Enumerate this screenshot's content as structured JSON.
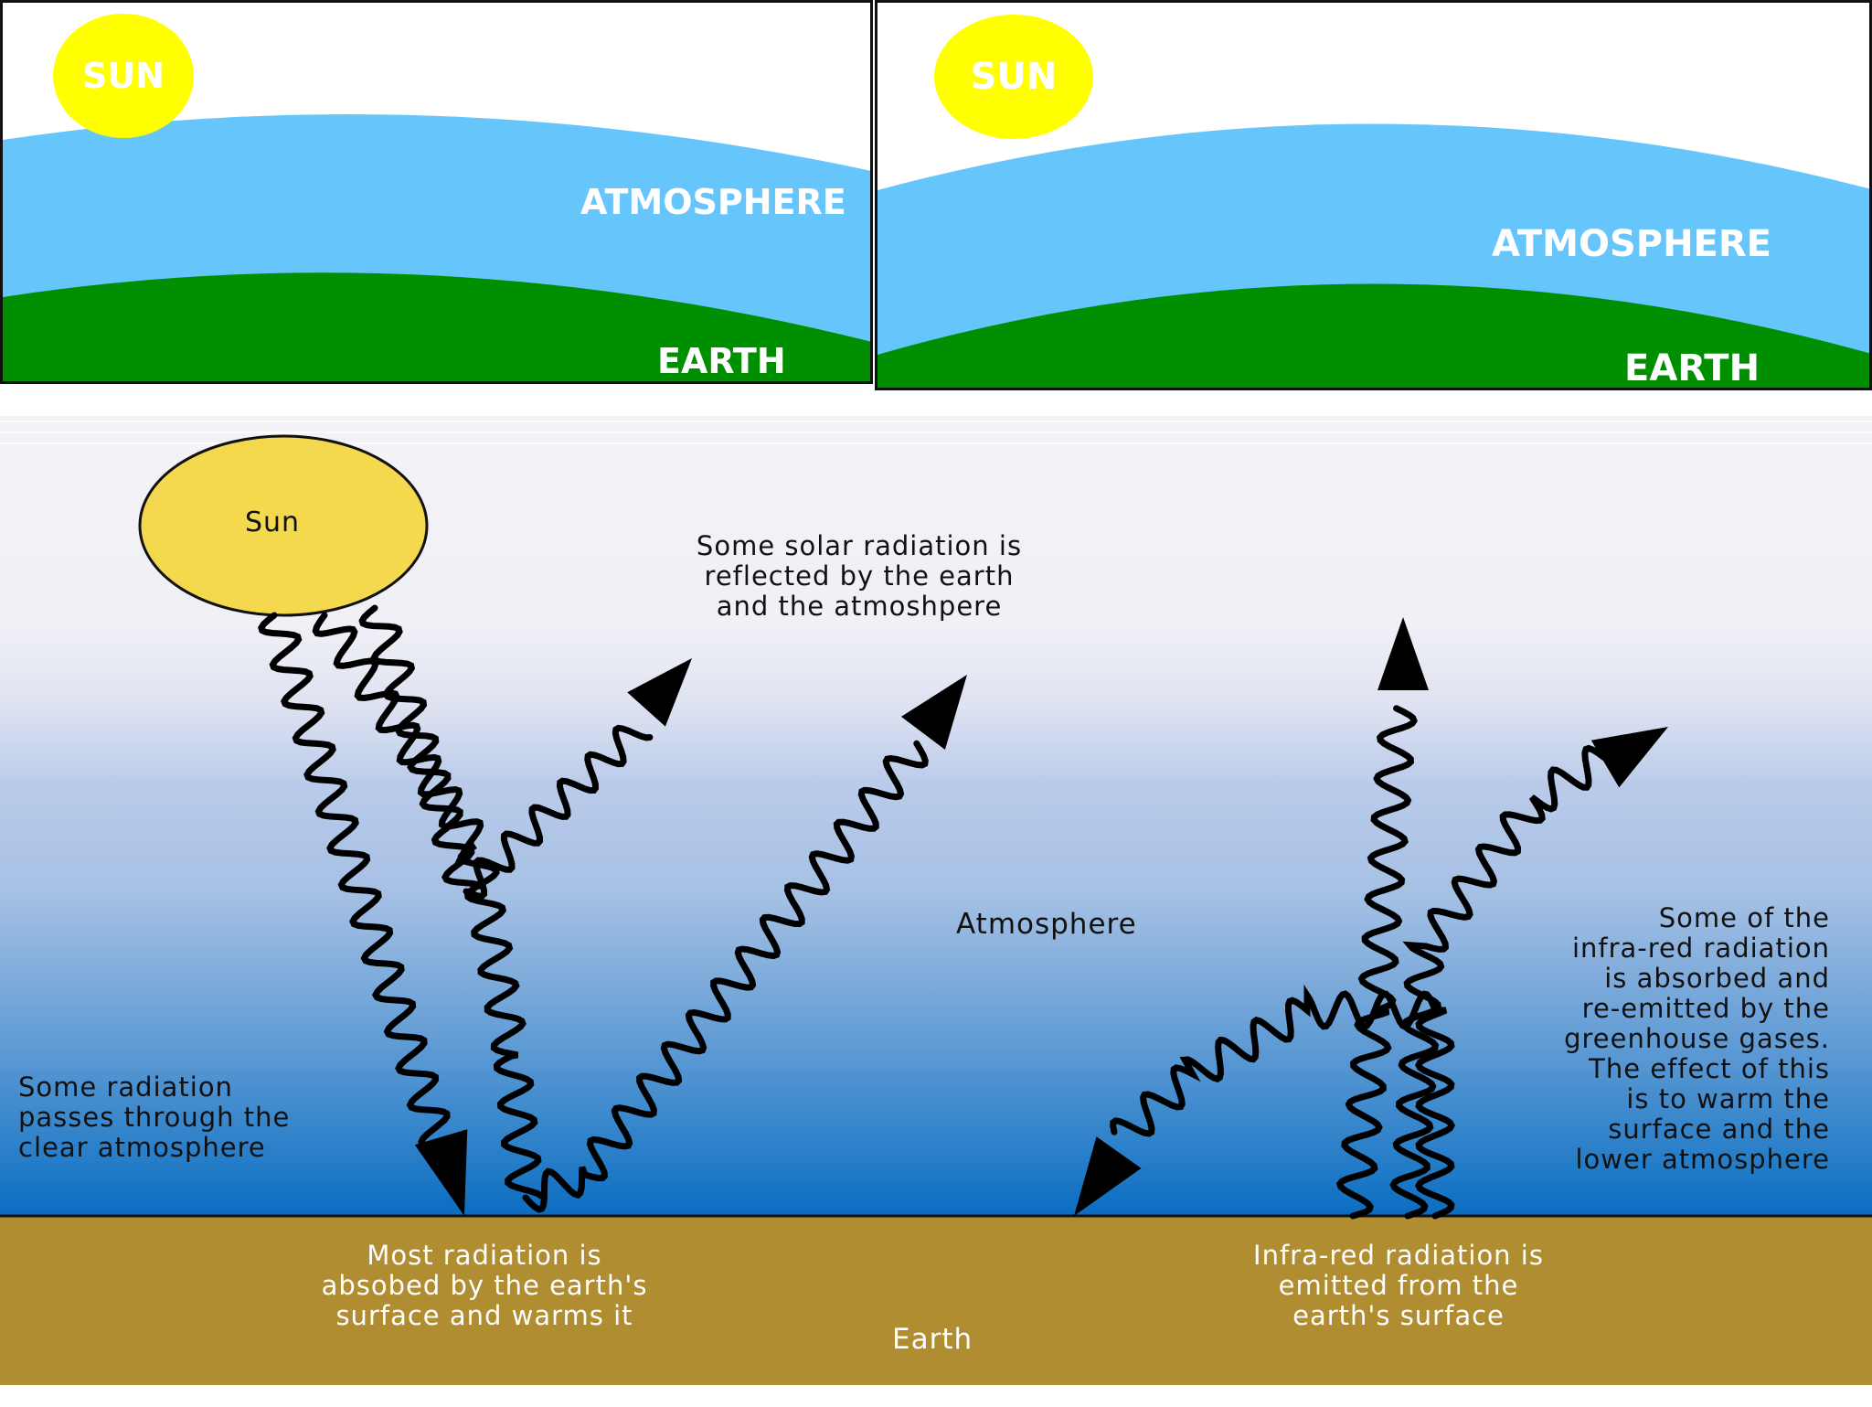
{
  "top_left_panel": {
    "sun_label": "SUN",
    "atmosphere_label": "ATMOSPHERE",
    "earth_label": "EARTH"
  },
  "top_right_panel": {
    "sun_label": "SUN",
    "atmosphere_label": "ATMOSPHERE",
    "earth_label": "EARTH"
  },
  "diagram": {
    "sun_label": "Sun",
    "atmosphere_label": "Atmosphere",
    "earth_label": "Earth",
    "reflected_note": "Some solar radiation is\nreflected by the earth\nand the atmoshpere",
    "passes_note": "Some radiation\npasses through the\nclear atmosphere",
    "absorbed_note": "Most radiation is\nabsobed by the earth's\nsurface and warms it",
    "infrared_emitted_note": "Infra-red radiation is\nemitted from the\nearth's surface",
    "greenhouse_note": "Some of the\ninfra-red radiation\nis absorbed and\nre-emitted by the\ngreenhouse gases.\nThe effect of this\nis to warm the\nsurface and the\nlower atmosphere"
  },
  "colors": {
    "sun_top": "#ffff00",
    "sky_blue": "#66c6fb",
    "earth_green": "#008f00",
    "diagram_sun": "#f4d94e",
    "diagram_ground": "#b18d32"
  }
}
